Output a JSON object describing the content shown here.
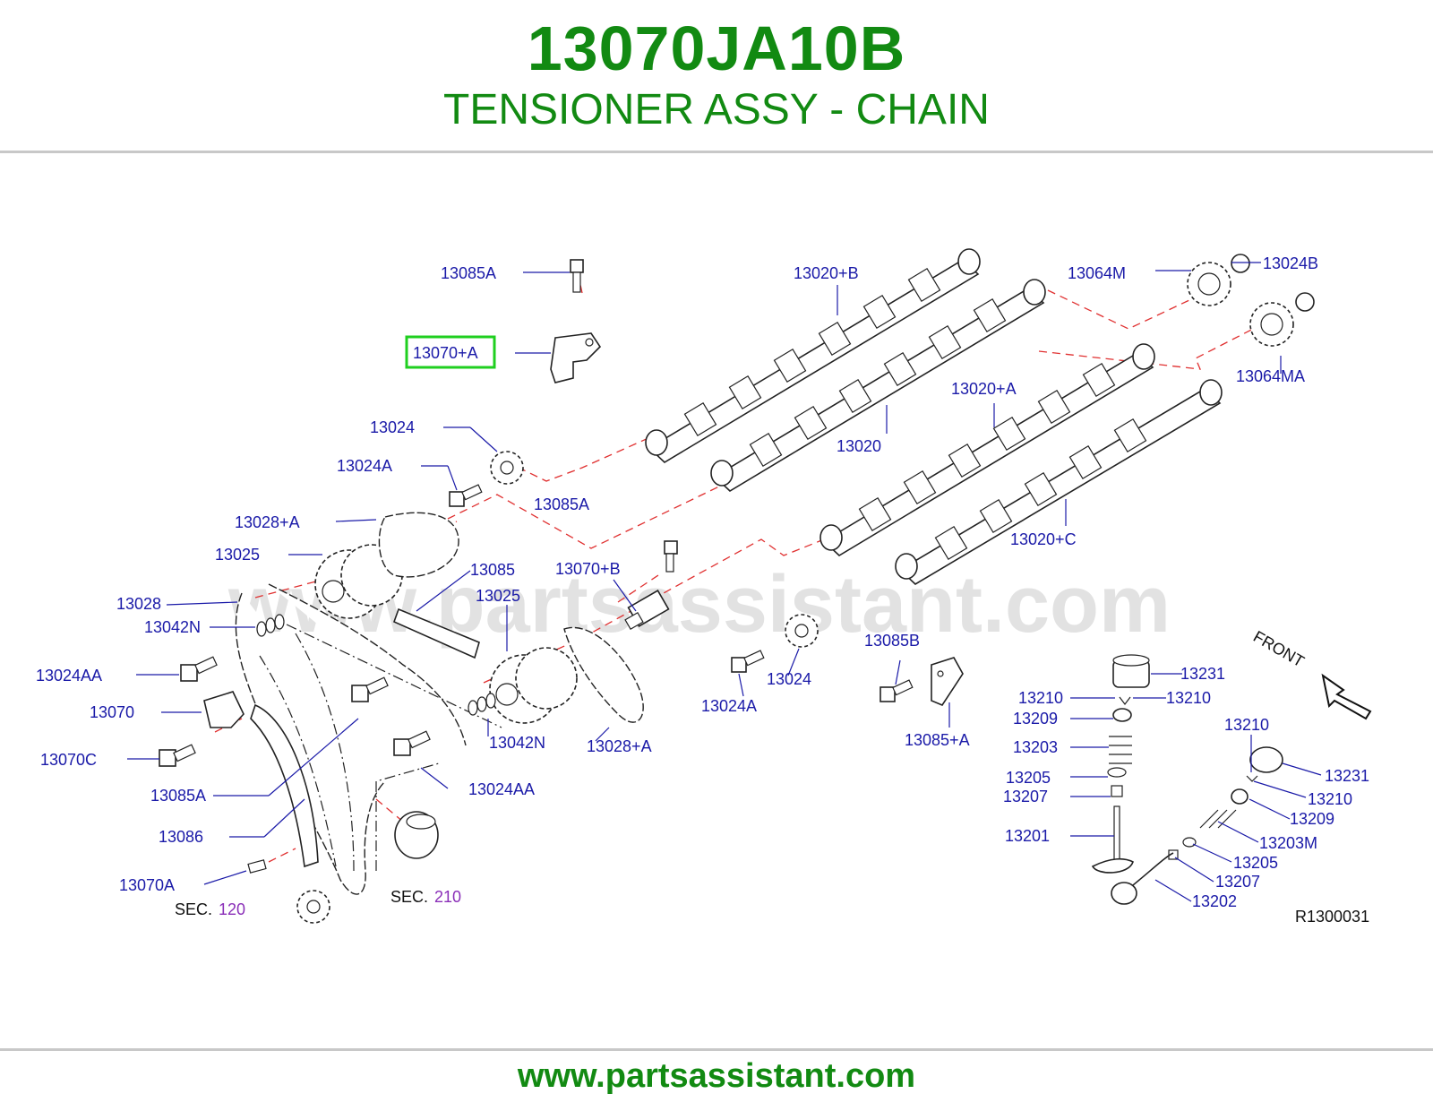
{
  "header": {
    "part_number": "13070JA10B",
    "part_name": "TENSIONER ASSY - CHAIN"
  },
  "diagram": {
    "watermark": "www.partsassistant.com",
    "front_label": "FRONT",
    "ref_code": "R1300031",
    "highlighted_label": "13070+A",
    "sec_prefix": "SEC.",
    "labels": {
      "l_13085A_top": "13085A",
      "l_13070A_plus": "13070+A",
      "l_13020B": "13020+B",
      "l_13064M": "13064M",
      "l_13024B": "13024B",
      "l_13064MA": "13064MA",
      "l_13020A_plus": "13020+A",
      "l_13020": "13020",
      "l_13024_top": "13024",
      "l_13024A_top": "13024A",
      "l_13085A_mid": "13085A",
      "l_13028A_top": "13028+A",
      "l_13025_left": "13025",
      "l_13085": "13085",
      "l_13070B": "13070+B",
      "l_13025_mid": "13025",
      "l_13028": "13028",
      "l_13042N_left": "13042N",
      "l_13024AA_left": "13024AA",
      "l_13070": "13070",
      "l_13070C": "13070C",
      "l_13085A_low": "13085A",
      "l_13086": "13086",
      "l_13070A": "13070A",
      "l_13042N_mid": "13042N",
      "l_13028A_low": "13028+A",
      "l_13024AA_mid": "13024AA",
      "l_13020C": "13020+C",
      "l_13024A_low": "13024A",
      "l_13024_low": "13024",
      "l_13085B": "13085B",
      "l_13085A_plus": "13085+A",
      "l_13231_a": "13231",
      "l_13210_a": "13210",
      "l_13210_b": "13210",
      "l_13209_a": "13209",
      "l_13203": "13203",
      "l_13205_a": "13205",
      "l_13207_a": "13207",
      "l_13201": "13201",
      "l_13210_c": "13210",
      "l_13231_b": "13231",
      "l_13210_d": "13210",
      "l_13209_b": "13209",
      "l_13203M": "13203M",
      "l_13205_b": "13205",
      "l_13207_b": "13207",
      "l_13202": "13202"
    },
    "sec_numbers": {
      "sec_a": "120",
      "sec_b": "210"
    }
  },
  "footer": {
    "url": "www.partsassistant.com"
  },
  "colors": {
    "brand_green": "#128a12",
    "label_blue": "#1a1aa8",
    "dashed_red": "#e03030",
    "highlight_green": "#1fcf1f",
    "sec_purple": "#8a2fb8",
    "rule_gray": "#c8c8c8"
  }
}
